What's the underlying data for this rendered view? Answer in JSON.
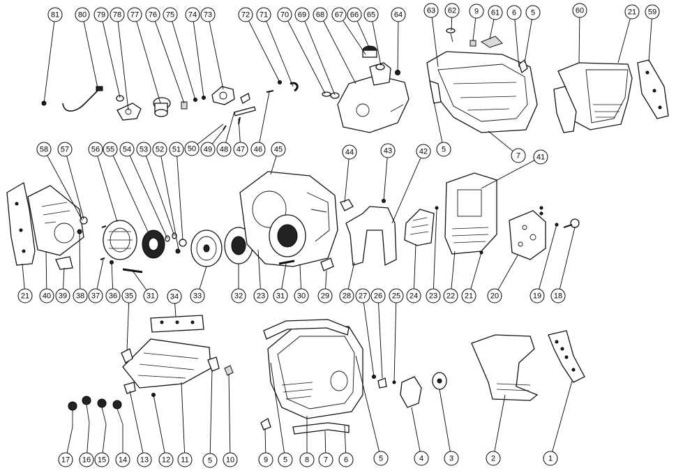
{
  "diagram": {
    "callouts": [
      "1",
      "2",
      "3",
      "4",
      "5",
      "6",
      "7",
      "8",
      "9",
      "10",
      "11",
      "12",
      "13",
      "14",
      "15",
      "16",
      "17",
      "18",
      "19",
      "20",
      "21",
      "22",
      "23",
      "24",
      "25",
      "26",
      "27",
      "28",
      "29",
      "30",
      "31",
      "32",
      "33",
      "34",
      "35",
      "36",
      "37",
      "38",
      "39",
      "40",
      "41",
      "42",
      "43",
      "44",
      "45",
      "46",
      "47",
      "48",
      "49",
      "50",
      "51",
      "52",
      "53",
      "54",
      "55",
      "56",
      "57",
      "58",
      "59",
      "60",
      "61",
      "62",
      "63",
      "64",
      "65",
      "66",
      "67",
      "68",
      "69",
      "70",
      "71",
      "72",
      "73",
      "74",
      "75",
      "76",
      "77",
      "78",
      "79",
      "80",
      "81"
    ]
  },
  "colors": {
    "ink": "#000000",
    "paper": "#ffffff",
    "shade": "#d9d9d9"
  }
}
